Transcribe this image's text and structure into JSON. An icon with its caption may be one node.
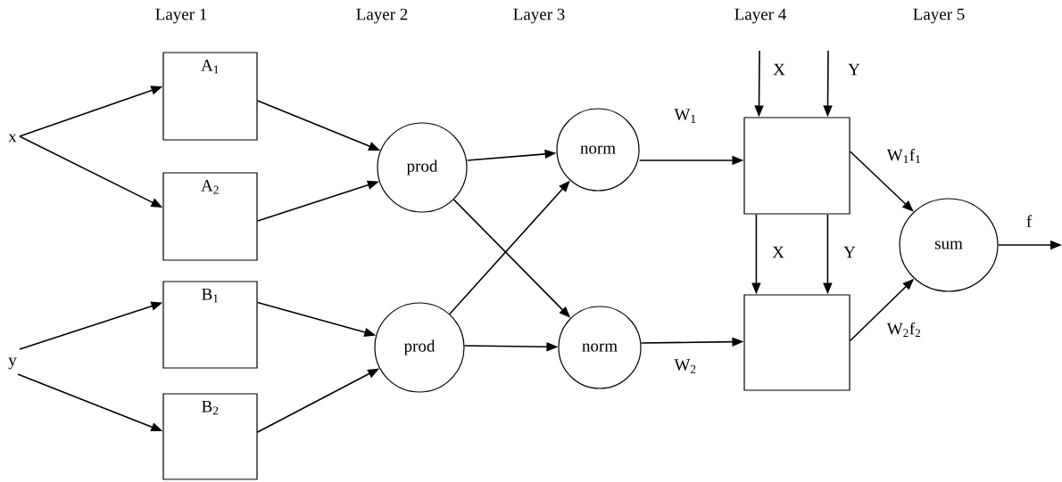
{
  "diagram": {
    "nodes": [
      {
        "text": [
          "x"
        ]
      },
      {
        "text": [
          "y"
        ]
      },
      {
        "text": [
          "A$_{1}$"
        ]
      },
      {
        "text": [
          "A$_{2}$"
        ]
      },
      {
        "text": [
          "B$_{1}$"
        ]
      },
      {
        "text": [
          "B$_{2}$"
        ]
      },
      {
        "text": [
          "prod"
        ]
      },
      {
        "text": [
          "prod"
        ]
      },
      {
        "text": [
          "norm"
        ]
      },
      {
        "text": [
          "norm"
        ]
      },
      {
        "text": [],
        "shape": "box"
      },
      {
        "text": [],
        "shape": "box"
      },
      {
        "text": [
          "sum"
        ]
      }
    ],
    "edges": [
      {
        "from": 0,
        "to": 2,
        "arrow": "to"
      },
      {
        "from": 0,
        "to": 3,
        "arrow": "to"
      },
      {
        "from": 1,
        "to": 4,
        "arrow": "to"
      },
      {
        "from": 1,
        "to": 5,
        "arrow": "to"
      },
      {
        "from": 2,
        "to": 6,
        "arrow": "to"
      },
      {
        "from": 3,
        "to": 6,
        "arrow": "to"
      },
      {
        "from": 4,
        "to": 7,
        "arrow": "to"
      },
      {
        "from": 5,
        "to": 7,
        "arrow": "to"
      },
      {
        "from": 6,
        "to": 8,
        "arrow": "to"
      },
      {
        "from": 6,
        "to": 9,
        "arrow": "to"
      },
      {
        "from": 7,
        "to": 8,
        "arrow": "to"
      },
      {
        "from": 7,
        "to": 9,
        "arrow": "to"
      },
      {
        "from": 8,
        "to": 10,
        "arrow": "to",
        "label": "W$_{1}$"
      },
      {
        "from": 9,
        "to": 11,
        "arrow": "to",
        "label": "W$_{2}$"
      },
      {
        "from": 10,
        "to": 12,
        "arrow": "to",
        "label": "W$_{1}$f$_{1}$"
      },
      {
        "from": 11,
        "to": 12,
        "arrow": "to",
        "label": "W$_{2}$f$_{2}$"
      },
      {
        "from": 12,
        "to": null,
        "arrow": "to",
        "label": "f"
      },
      {
        "from": null,
        "to": 10,
        "arrow": "to",
        "label": "X"
      },
      {
        "from": null,
        "to": 10,
        "arrow": "to",
        "label": "Y"
      },
      {
        "from": 10,
        "to": 11,
        "arrow": "to",
        "label": "X"
      },
      {
        "from": 10,
        "to": 11,
        "arrow": "to",
        "label": "Y"
      }
    ],
    "labels": [
      "Layer 1",
      "Layer 2",
      "Layer 3",
      "Layer 4",
      "Layer 5"
    ]
  }
}
